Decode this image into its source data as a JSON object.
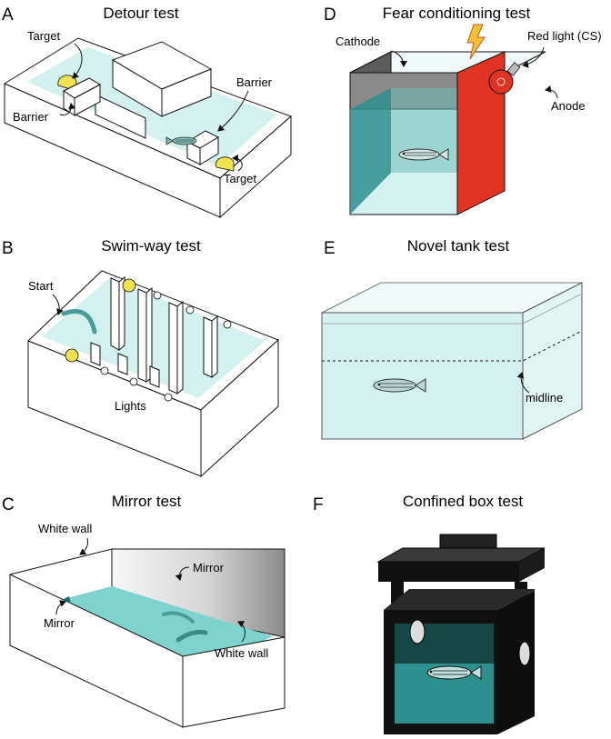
{
  "panels": {
    "a": {
      "letter": "A",
      "title": "Detour test",
      "labels": {
        "target_top": "Target",
        "barrier_left": "Barrier",
        "barrier_right": "Barrier",
        "target_bottom": "Target"
      }
    },
    "b": {
      "letter": "B",
      "title": "Swim-way test",
      "labels": {
        "start": "Start",
        "lights": "Lights"
      }
    },
    "c": {
      "letter": "C",
      "title": "Mirror test",
      "labels": {
        "white_wall_top": "White wall",
        "mirror_top": "Mirror",
        "mirror_left": "Mirror",
        "white_wall_right": "White wall"
      }
    },
    "d": {
      "letter": "D",
      "title": "Fear conditioning test",
      "labels": {
        "cathode": "Cathode",
        "red_light": "Red light (CS)",
        "anode": "Anode"
      }
    },
    "e": {
      "letter": "E",
      "title": "Novel tank test",
      "labels": {
        "midline": "midline"
      }
    },
    "f": {
      "letter": "F",
      "title": "Confined box test",
      "labels": {}
    }
  },
  "colors": {
    "water": "#d2f1ef",
    "water_dark": "#5fb3b1",
    "teal": "#2e8f8f",
    "red": "#e03323",
    "yellow": "#f1e34f",
    "grey": "#7d7d7d",
    "black": "#111111"
  }
}
